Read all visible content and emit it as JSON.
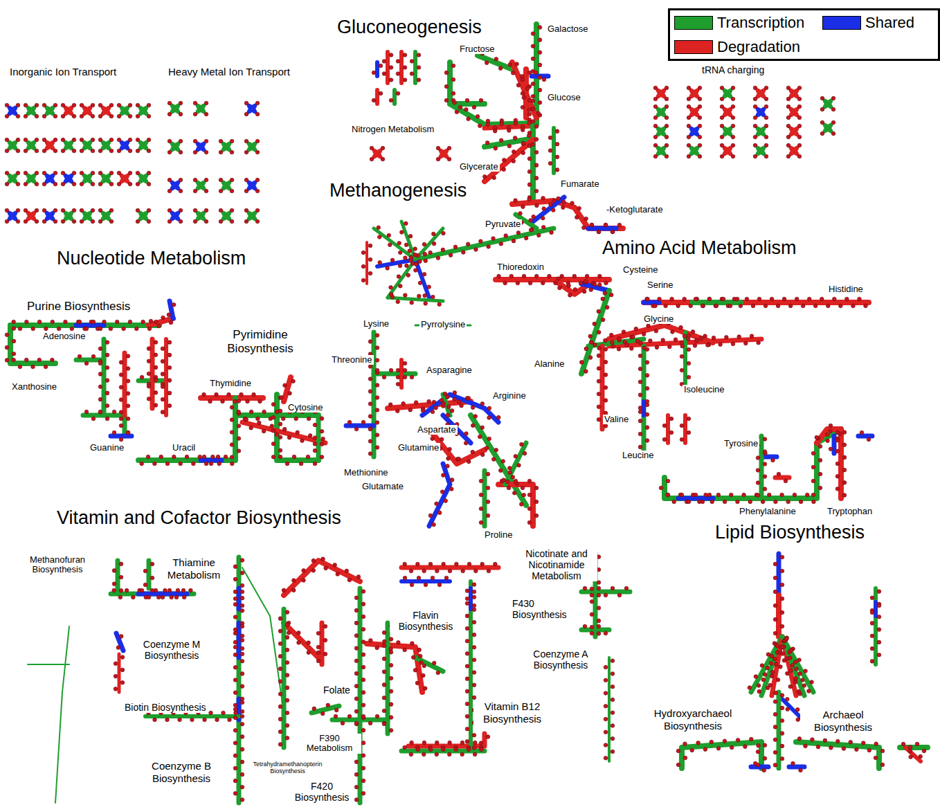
{
  "diagram": {
    "labels": [
      "Gluconeogenesis",
      "Galactose",
      "Fructose",
      "Glucose",
      "Nitrogen Metabolism",
      "Glycerate",
      "Fumarate",
      "Methanogenesis",
      "Pyruvate",
      "-Ketoglutarate",
      "Inorganic Ion Transport",
      "Heavy Metal Ion Transport",
      "tRNA charging",
      "Amino Acid Metabolism",
      "Nucleotide Metabolism",
      "Thioredoxin",
      "Cysteine",
      "Serine",
      "Histidine",
      "Glycine",
      "Purine Biosynthesis",
      "Adenosine",
      "Lysine",
      "Pyrrolysine",
      "Pyrimidine Biosynthesis",
      "Threonine",
      "Asparagine",
      "Alanine",
      "Xanthosine",
      "Thymidine",
      "Cytosine",
      "Arginine",
      "Isoleucine",
      "Aspartate",
      "Valine",
      "Glutamine",
      "Guanine",
      "Uracil",
      "Leucine",
      "Tyrosine",
      "Methionine",
      "Glutamate",
      "Phenylalanine",
      "Tryptophan",
      "Vitamin and Cofactor Biosynthesis",
      "Lipid Biosynthesis",
      "Proline",
      "Methanofuran Biosynthesis",
      "Thiamine Metabolism",
      "Nicotinate and Nicotinamide Metabolism",
      "F430 Biosynthesis",
      "Flavin Biosynthesis",
      "Coenzyme M Biosynthesis",
      "Coenzyme A Biosynthesis",
      "Folate",
      "Biotin Biosynthesis",
      "Vitamin B12 Biosynthesis",
      "Hydroxyarchaeol Biosynthesis",
      "Archaeol Biosynthesis",
      "F390 Metabolism",
      "Coenzyme B Biosynthesis",
      "Tetrahydramethanopterin Biosynthesis",
      "F420 Biosynthesis"
    ],
    "legend": [
      {
        "text": "Transcription",
        "color": "#1f9e2e"
      },
      {
        "text": "Shared",
        "color": "#1a2ee6"
      },
      {
        "text": "Degradation",
        "color": "#dd2222"
      }
    ]
  }
}
